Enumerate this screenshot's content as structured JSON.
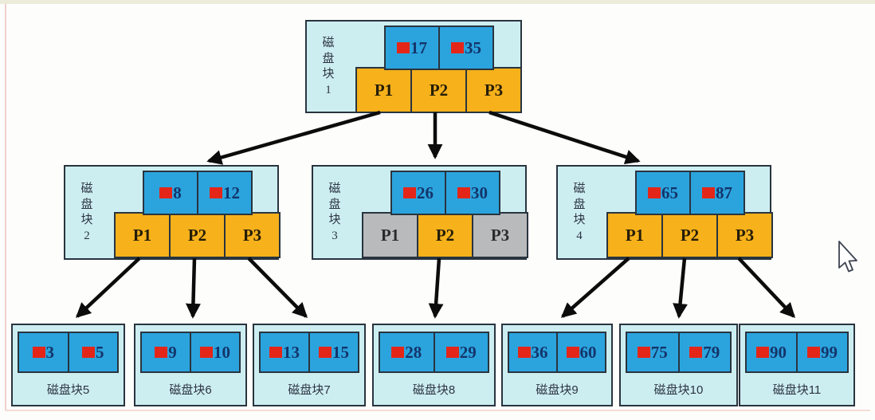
{
  "internal_nodes": [
    {
      "id": "disk-block-1",
      "label": "磁盘块",
      "number": "1",
      "keys": [
        "17",
        "35"
      ],
      "pointers": [
        {
          "label": "P1",
          "state": "active"
        },
        {
          "label": "P2",
          "state": "active"
        },
        {
          "label": "P3",
          "state": "active"
        }
      ]
    },
    {
      "id": "disk-block-2",
      "label": "磁盘块",
      "number": "2",
      "keys": [
        "8",
        "12"
      ],
      "pointers": [
        {
          "label": "P1",
          "state": "active"
        },
        {
          "label": "P2",
          "state": "active"
        },
        {
          "label": "P3",
          "state": "active"
        }
      ]
    },
    {
      "id": "disk-block-3",
      "label": "磁盘块",
      "number": "3",
      "keys": [
        "26",
        "30"
      ],
      "pointers": [
        {
          "label": "P1",
          "state": "inactive"
        },
        {
          "label": "P2",
          "state": "active"
        },
        {
          "label": "P3",
          "state": "inactive"
        }
      ]
    },
    {
      "id": "disk-block-4",
      "label": "磁盘块",
      "number": "4",
      "keys": [
        "65",
        "87"
      ],
      "pointers": [
        {
          "label": "P1",
          "state": "active"
        },
        {
          "label": "P2",
          "state": "active"
        },
        {
          "label": "P3",
          "state": "active"
        }
      ]
    }
  ],
  "leaf_nodes": [
    {
      "id": "disk-block-5",
      "label": "磁盘块5",
      "keys": [
        "3",
        "5"
      ]
    },
    {
      "id": "disk-block-6",
      "label": "磁盘块6",
      "keys": [
        "9",
        "10"
      ]
    },
    {
      "id": "disk-block-7",
      "label": "磁盘块7",
      "keys": [
        "13",
        "15"
      ]
    },
    {
      "id": "disk-block-8",
      "label": "磁盘块8",
      "keys": [
        "28",
        "29"
      ]
    },
    {
      "id": "disk-block-9",
      "label": "磁盘块9",
      "keys": [
        "36",
        "60"
      ]
    },
    {
      "id": "disk-block-10",
      "label": "磁盘块10",
      "keys": [
        "75",
        "79"
      ]
    },
    {
      "id": "disk-block-11",
      "label": "磁盘块11",
      "keys": [
        "90",
        "99"
      ]
    }
  ],
  "edges": [
    {
      "from": "disk-block-1.P1",
      "to": "disk-block-2"
    },
    {
      "from": "disk-block-1.P2",
      "to": "disk-block-3"
    },
    {
      "from": "disk-block-1.P3",
      "to": "disk-block-4"
    },
    {
      "from": "disk-block-2.P1",
      "to": "disk-block-5"
    },
    {
      "from": "disk-block-2.P2",
      "to": "disk-block-6"
    },
    {
      "from": "disk-block-2.P3",
      "to": "disk-block-7"
    },
    {
      "from": "disk-block-3.P2",
      "to": "disk-block-8"
    },
    {
      "from": "disk-block-4.P1",
      "to": "disk-block-9"
    },
    {
      "from": "disk-block-4.P2",
      "to": "disk-block-10"
    },
    {
      "from": "disk-block-4.P3",
      "to": "disk-block-11"
    }
  ],
  "colors": {
    "page-bg": "#fdfefb",
    "node-bg": "#cdeef1",
    "key-blue": "#2ba4de",
    "key-red": "#e42618",
    "pointer-orange": "#f6b11b",
    "pointer-gray": "#b9babc",
    "border-dark": "#29343f",
    "num-navy": "#14356b",
    "arrow-black": "#0c0c0c"
  }
}
